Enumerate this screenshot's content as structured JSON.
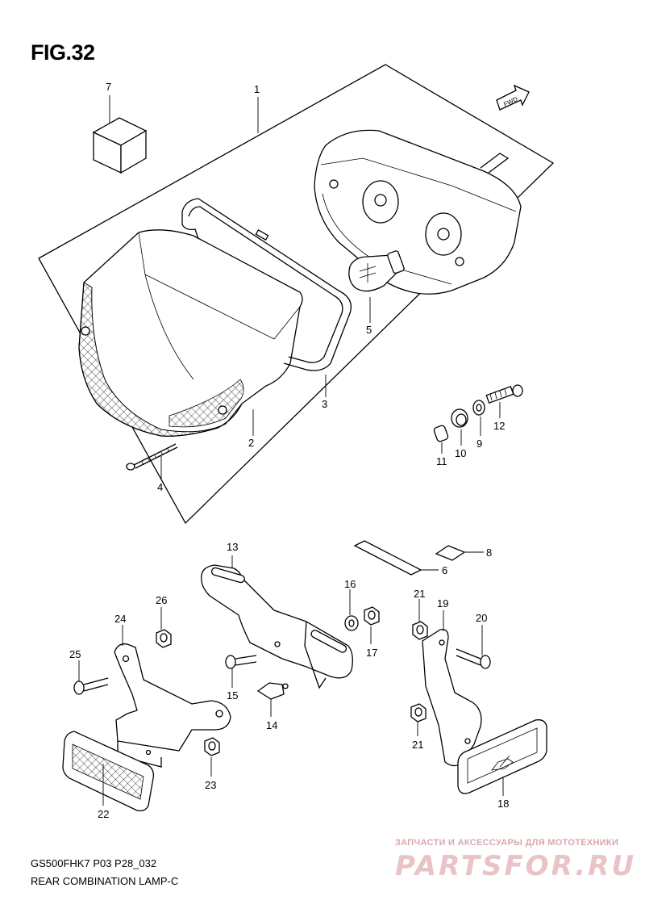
{
  "figure": {
    "title": "FIG.32",
    "model_code": "GS500FHK7 P03 P28_032",
    "part_name": "REAR COMBINATION LAMP-C"
  },
  "fwd_label": "FWD",
  "callouts": {
    "c1": "1",
    "c2": "2",
    "c3": "3",
    "c4": "4",
    "c5": "5",
    "c6": "6",
    "c7": "7",
    "c8": "8",
    "c9": "9",
    "c10": "10",
    "c11": "11",
    "c12": "12",
    "c13": "13",
    "c14": "14",
    "c15": "15",
    "c16": "16",
    "c17": "17",
    "c18": "18",
    "c19": "19",
    "c20": "20",
    "c21a": "21",
    "c21b": "21",
    "c22": "22",
    "c23": "23",
    "c24": "24",
    "c25": "25",
    "c26": "26"
  },
  "watermark": {
    "subtitle": "ЗАПЧАСТИ И АКСЕССУАРЫ ДЛЯ МОТОТЕХНИКИ",
    "brand": "PARTSFOR.RU"
  }
}
